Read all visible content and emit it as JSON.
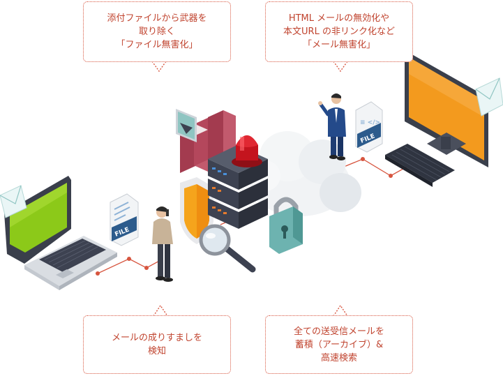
{
  "callouts": {
    "top_left": {
      "lines": [
        "添付ファイルから武器を",
        "取り除く",
        "「ファイル無害化」"
      ]
    },
    "top_right": {
      "lines": [
        "HTML メールの無効化や",
        "本文URL の非リンク化など",
        "「メール無害化」"
      ]
    },
    "bottom_left": {
      "lines": [
        "メールの成りすましを",
        "検知"
      ]
    },
    "bottom_right": {
      "lines": [
        "全ての送受信メールを",
        "蓄積（アーカイブ）&",
        "高速検索"
      ]
    }
  },
  "file_icons": {
    "left_label": "FILE",
    "right_label": "FILE"
  },
  "colors": {
    "accent": "#d7553f",
    "laptop_screen": "#8cc919",
    "monitor_screen": "#f39a1e",
    "server": "#3d4251",
    "alert_red": "#c4141e",
    "lock": "#6db3b0",
    "shield": "#f5a41c",
    "books": "#b4475c"
  }
}
